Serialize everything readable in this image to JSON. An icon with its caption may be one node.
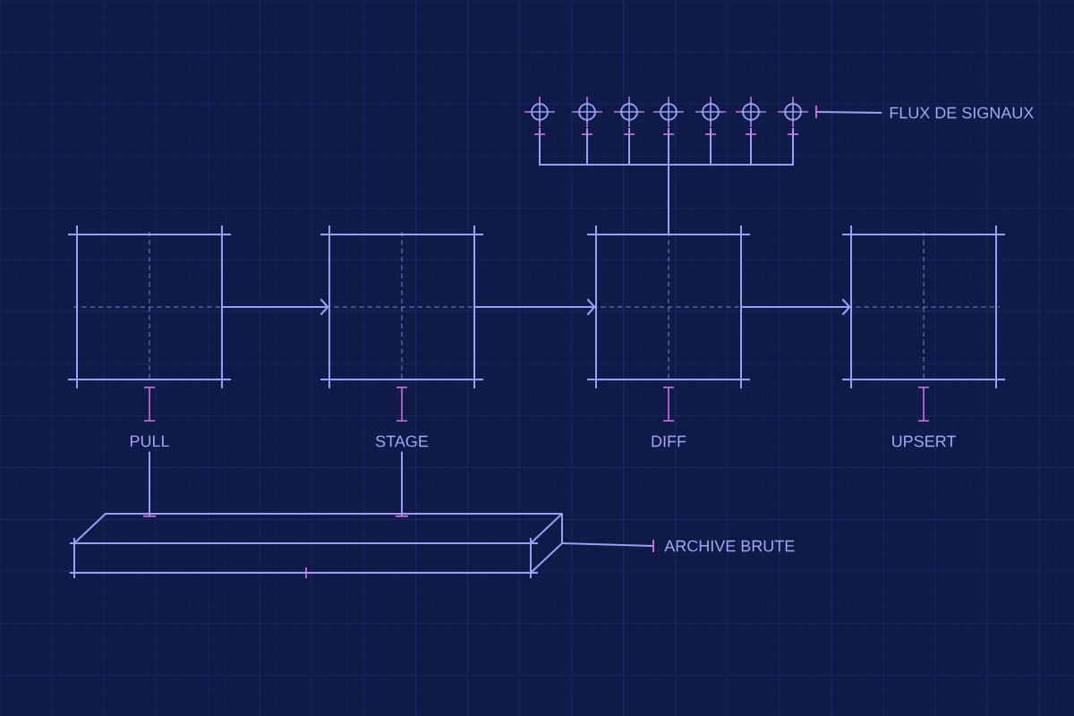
{
  "diagram": {
    "nodes": [
      {
        "text": [],
        "shape": "circle"
      },
      {
        "text": [],
        "shape": "circle"
      },
      {
        "text": [],
        "shape": "circle"
      },
      {
        "text": [],
        "shape": "circle"
      },
      {
        "text": [],
        "shape": "circle"
      },
      {
        "text": [],
        "shape": "circle"
      },
      {
        "text": [],
        "shape": "circle"
      },
      {
        "text": [
          "FLUX DE SIGNAUX"
        ]
      },
      {
        "text": [
          "PULL"
        ]
      },
      {
        "text": [
          "STAGE"
        ]
      },
      {
        "text": [
          "DIFF"
        ]
      },
      {
        "text": [
          "UPSERT"
        ]
      },
      {
        "text": [],
        "shape": "box"
      },
      {
        "text": [
          "ARCHIVE BRUTE"
        ]
      }
    ],
    "edges": [
      {
        "from": 8,
        "to": 9,
        "arrow": "to"
      },
      {
        "from": 9,
        "to": 10,
        "arrow": "to"
      },
      {
        "from": 10,
        "to": 11,
        "arrow": "to"
      },
      {
        "from": 0,
        "to": 10,
        "arrow": "none"
      },
      {
        "from": 1,
        "to": 10,
        "arrow": "none"
      },
      {
        "from": 2,
        "to": 10,
        "arrow": "none"
      },
      {
        "from": 3,
        "to": 10,
        "arrow": "none"
      },
      {
        "from": 4,
        "to": 10,
        "arrow": "none"
      },
      {
        "from": 5,
        "to": 10,
        "arrow": "none"
      },
      {
        "from": 6,
        "to": 10,
        "arrow": "none"
      },
      {
        "from": 7,
        "to": 6,
        "arrow": "none"
      },
      {
        "from": 8,
        "to": 12,
        "arrow": "none"
      },
      {
        "from": 9,
        "to": 12,
        "arrow": "none"
      },
      {
        "from": 13,
        "to": 12,
        "arrow": "none"
      }
    ]
  }
}
